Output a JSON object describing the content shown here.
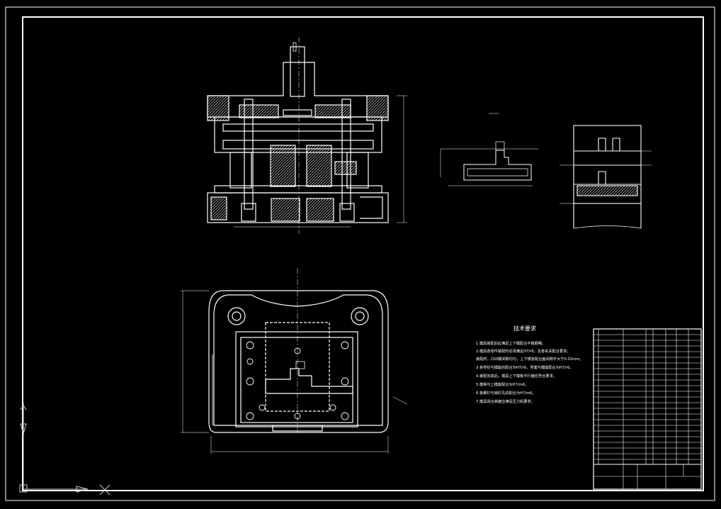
{
  "technical_requirements": {
    "heading": "技术要求",
    "items": [
      "1.模具装配后应满足上下模配合平稳顺畅。",
      "2.模具各零件装配时必须满足H7/r6，及各有关配合要求。",
      "  装配时，凸凹模间隙均匀，上下模各配合面间隙不大于0.02mm。",
      "3.各导柱与模座的配合为H7/r6，导套与模座配合为H7/r6。",
      "4.装配完成后，模具上下模板平行度应符合要求。",
      "5.模柄与上模座配合为H7/m6。",
      "6.各螺钉与销钉孔的配合为H7/m6。",
      "7.模具闭合高度应满足压力机要求。"
    ]
  },
  "colors": {
    "background": "#000000",
    "line": "#ffffff",
    "ucs_icon": "#cccccc"
  },
  "icons": {
    "ucs": "ucs-icon",
    "pointer": "pointer-icon",
    "cursor": "crosshair-icon"
  }
}
